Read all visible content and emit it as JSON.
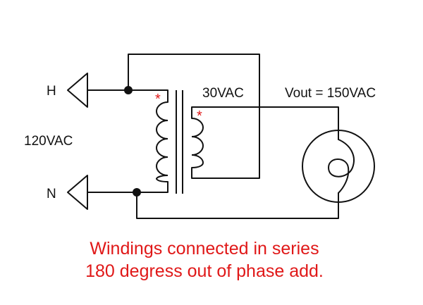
{
  "diagram": {
    "terminal_h_label": "H",
    "terminal_n_label": "N",
    "input_voltage_label": "120VAC",
    "secondary_voltage_label": "30VAC",
    "output_voltage_label": "Vout = 150VAC",
    "primary_polarity_mark": "*",
    "secondary_polarity_mark": "*",
    "caption_line_1": "Windings connected in series",
    "caption_line_2": "180 degress out of phase add.",
    "colors": {
      "wire": "#111111",
      "annotation": "#e01818",
      "background": "#ffffff"
    }
  }
}
